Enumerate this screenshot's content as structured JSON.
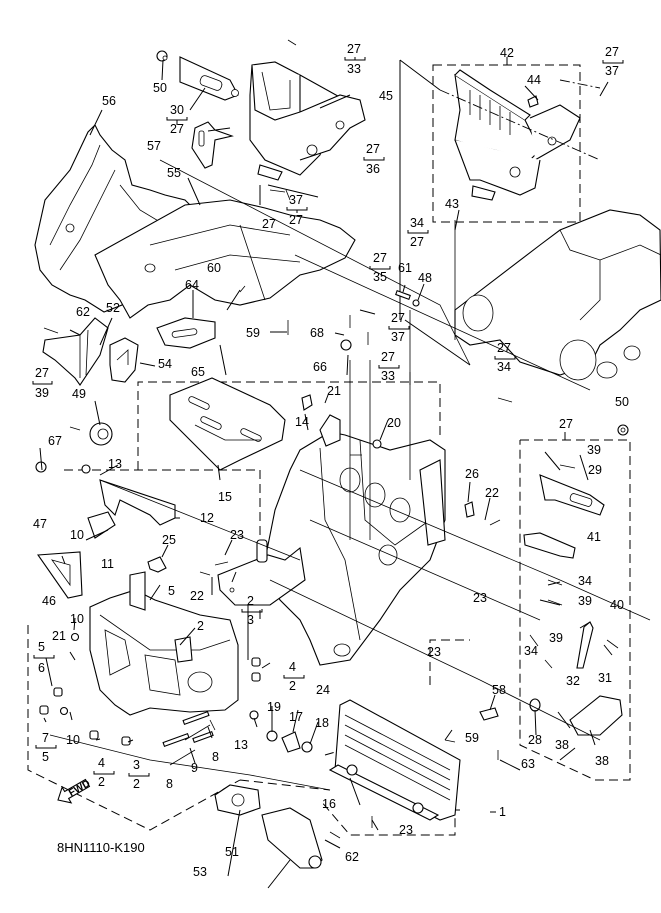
{
  "diagram": {
    "title_code": "8HN1110-K190",
    "fwd_label": "FWD",
    "parts": {
      "p50a": "50",
      "p30": "30",
      "p30_sub": "27",
      "p56": "56",
      "p57": "57",
      "p55": "55",
      "p45": "45",
      "p33_top": "27",
      "p33_bot": "33",
      "p36_top": "27",
      "p36_bot": "36",
      "p37a_top": "37",
      "p37a_bot": "27",
      "p27a": "27",
      "p42": "42",
      "p44": "44",
      "p43": "43",
      "p37b_top": "27",
      "p37b_bot": "37",
      "p34a_top": "34",
      "p34a_bot": "27",
      "p60": "60",
      "p64": "64",
      "p65": "65",
      "p59a": "59",
      "p62a": "62",
      "p52": "52",
      "p54": "54",
      "p39a_top": "27",
      "p39a_bot": "39",
      "p49": "49",
      "p67": "67",
      "p35_top": "27",
      "p35_bot": "35",
      "p61": "61",
      "p48": "48",
      "p68": "68",
      "p66": "66",
      "p37c_top": "27",
      "p37c_bot": "37",
      "p33b_top": "27",
      "p33b_bot": "33",
      "p34b_top": "27",
      "p34b_bot": "34",
      "p21a": "21",
      "p14": "14",
      "p20": "20",
      "p15": "15",
      "p50b": "50",
      "p27b": "27",
      "p39b": "39",
      "p29": "29",
      "p13a": "13",
      "p12": "12",
      "p26": "26",
      "p22a": "22",
      "p47": "47",
      "p10a": "10",
      "p11": "11",
      "p25": "25",
      "p41": "41",
      "p46": "46",
      "p23a": "23",
      "p22b": "22",
      "p5a": "5",
      "p2a_top": "2",
      "p2a_bot": "3",
      "p34c": "34",
      "p39c": "39",
      "p23b": "23",
      "p10b": "10",
      "p21b": "21",
      "p2b": "2",
      "p40": "40",
      "p34d": "34",
      "p39d": "39",
      "p31": "31",
      "p5b_top": "5",
      "p5b_bot": "6",
      "p4a_top": "4",
      "p4a_bot": "2",
      "p23c": "23",
      "p24": "24",
      "p7_top": "7",
      "p7_bot": "5",
      "p10c": "10",
      "p4b_top": "4",
      "p4b_bot": "2",
      "p3_top": "3",
      "p3_bot": "2",
      "p8a": "8",
      "p9": "9",
      "p8b": "8",
      "p13b": "13",
      "p19": "19",
      "p17": "17",
      "p18": "18",
      "p58": "58",
      "p28": "28",
      "p32": "32",
      "p38a": "38",
      "p38b": "38",
      "p59b": "59",
      "p63": "63",
      "p16": "16",
      "p1": "1",
      "p23d": "23",
      "p53": "53",
      "p51": "51",
      "p62b": "62"
    }
  }
}
